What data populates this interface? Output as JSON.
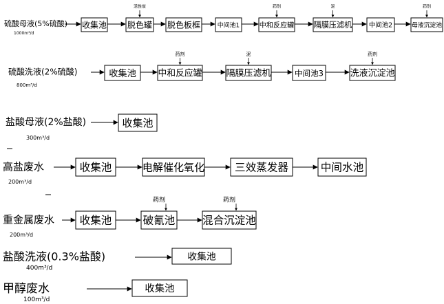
{
  "rows": [
    {
      "source": "硫酸母液(5%硫酸)",
      "rate": "1000m³/d",
      "nodes": [
        "收集池",
        "脱色罐",
        "脱色板框",
        "中间池1",
        "中和反应罐",
        "隔膜压滤机",
        "中间池2",
        "母液沉淀池"
      ],
      "notes": {
        "1": "活性炭",
        "4": "药剂",
        "5": "泥",
        "7": "药剂"
      }
    },
    {
      "source": "硫酸洗液(2%硫酸)",
      "rate": "800m³/d",
      "nodes": [
        "收集池",
        "中和反应罐",
        "隔膜压滤机",
        "中间池3",
        "洗液沉淀池"
      ],
      "notes": {
        "1": "药剂",
        "2": "泥",
        "4": "药剂"
      }
    },
    {
      "source": "盐酸母液(2%盐酸)",
      "rate": "300m³/d",
      "nodes": [
        "收集池"
      ],
      "notes": {}
    },
    {
      "source": "高盐废水",
      "rate": "200m³/d",
      "nodes": [
        "收集池",
        "电解催化氧化",
        "三效蒸发器",
        "中间水池"
      ],
      "notes": {}
    },
    {
      "source": "重金属废水",
      "rate": "200m³/d",
      "nodes": [
        "收集池",
        "破氰池",
        "混合沉淀池"
      ],
      "notes": {
        "1": "药剂",
        "2": "药剂"
      }
    },
    {
      "source": "盐酸洗液(0.3%盐酸)",
      "rate": "400m³/d",
      "nodes": [
        "收集池"
      ],
      "notes": {}
    },
    {
      "source": "甲醇废水",
      "rate": "100m³/d",
      "nodes": [
        "收集池"
      ],
      "notes": {}
    }
  ]
}
